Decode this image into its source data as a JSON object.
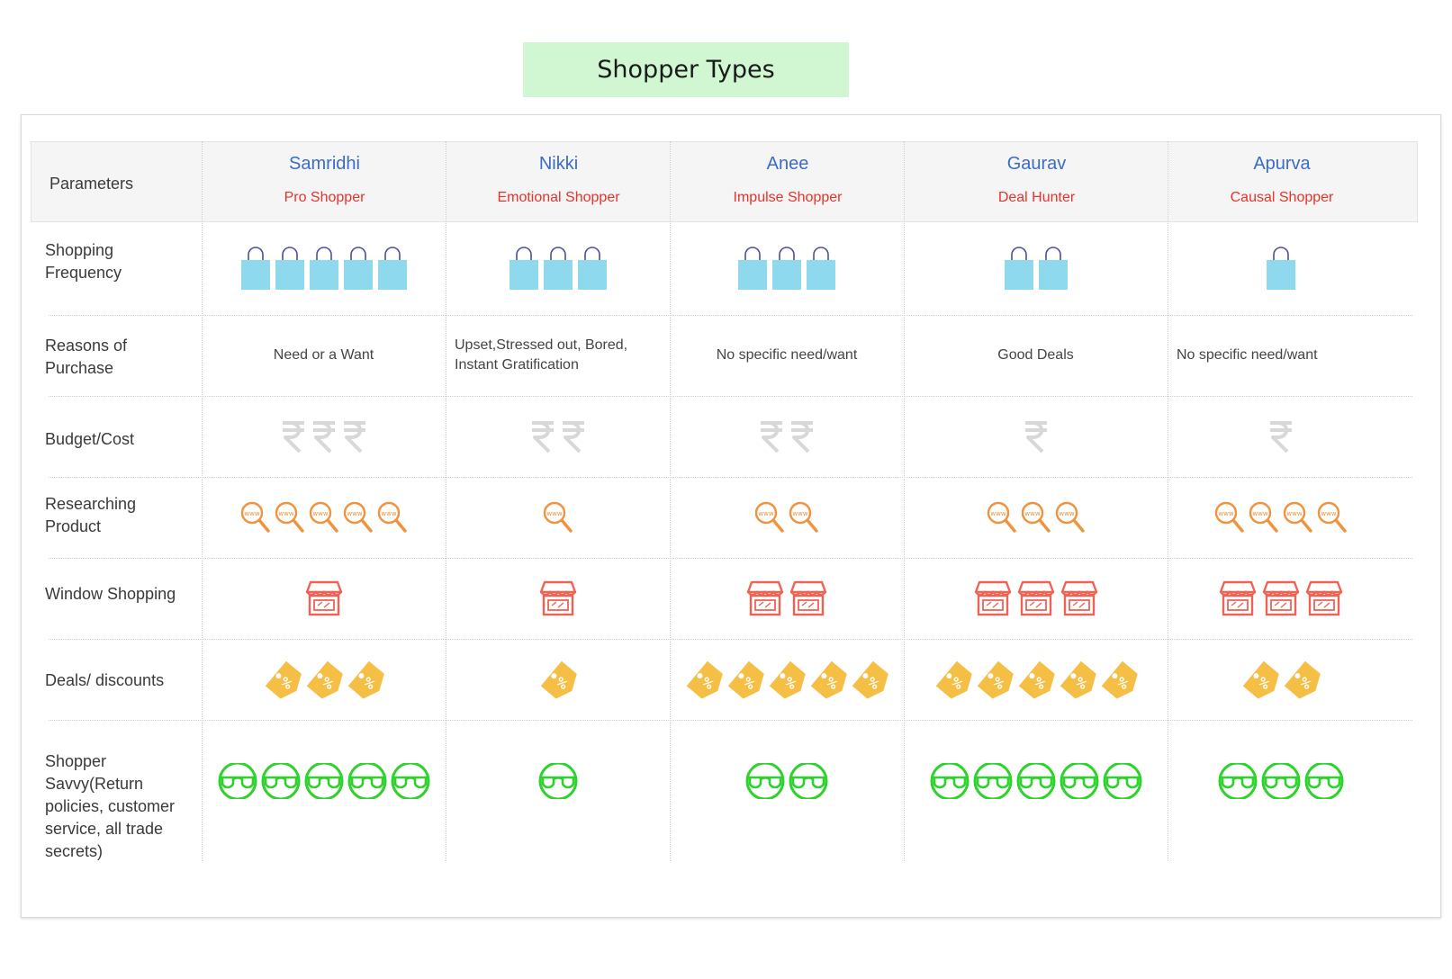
{
  "title": "Shopper Types",
  "header": {
    "parameters_label": "Parameters"
  },
  "shoppers": [
    {
      "name": "Samridhi",
      "type": "Pro Shopper"
    },
    {
      "name": "Nikki",
      "type": "Emotional Shopper"
    },
    {
      "name": "Anee",
      "type": "Impulse Shopper"
    },
    {
      "name": "Gaurav",
      "type": "Deal Hunter"
    },
    {
      "name": "Apurva",
      "type": "Causal Shopper"
    }
  ],
  "rows": [
    {
      "label": "Shopping\nFrequency",
      "kind": "icons",
      "icon": "shopping-bag-icon",
      "color": "#8fd9ef",
      "counts": [
        5,
        3,
        3,
        2,
        1
      ]
    },
    {
      "label": "Reasons of\nPurchase",
      "kind": "text",
      "values": [
        "Need or a Want",
        "Upset,Stressed out, Bored,\nInstant Gratification",
        "No specific need/want",
        "Good Deals",
        "No specific need/want"
      ]
    },
    {
      "label": "Budget/Cost",
      "kind": "icons",
      "icon": "rupee-icon",
      "color": "#d8d8d8",
      "counts": [
        3,
        2,
        2,
        1,
        1
      ]
    },
    {
      "label": "Researching\nProduct",
      "kind": "icons",
      "icon": "magnifier-www-icon",
      "color": "#f0923e",
      "counts": [
        5,
        1,
        2,
        3,
        4
      ]
    },
    {
      "label": "Window Shopping",
      "kind": "icons",
      "icon": "storefront-icon",
      "color": "#ef6355",
      "counts": [
        1,
        1,
        2,
        3,
        3
      ]
    },
    {
      "label": "Deals/ discounts",
      "kind": "icons",
      "icon": "discount-tag-icon",
      "color": "#f5be45",
      "counts": [
        3,
        1,
        5,
        5,
        2
      ]
    },
    {
      "label": "Shopper Savvy(Return\npolicies, customer\nservice, all trade\nsecrets)",
      "kind": "icons",
      "icon": "glasses-icon",
      "color": "#2dd22d",
      "counts": [
        5,
        1,
        2,
        5,
        3
      ]
    }
  ]
}
